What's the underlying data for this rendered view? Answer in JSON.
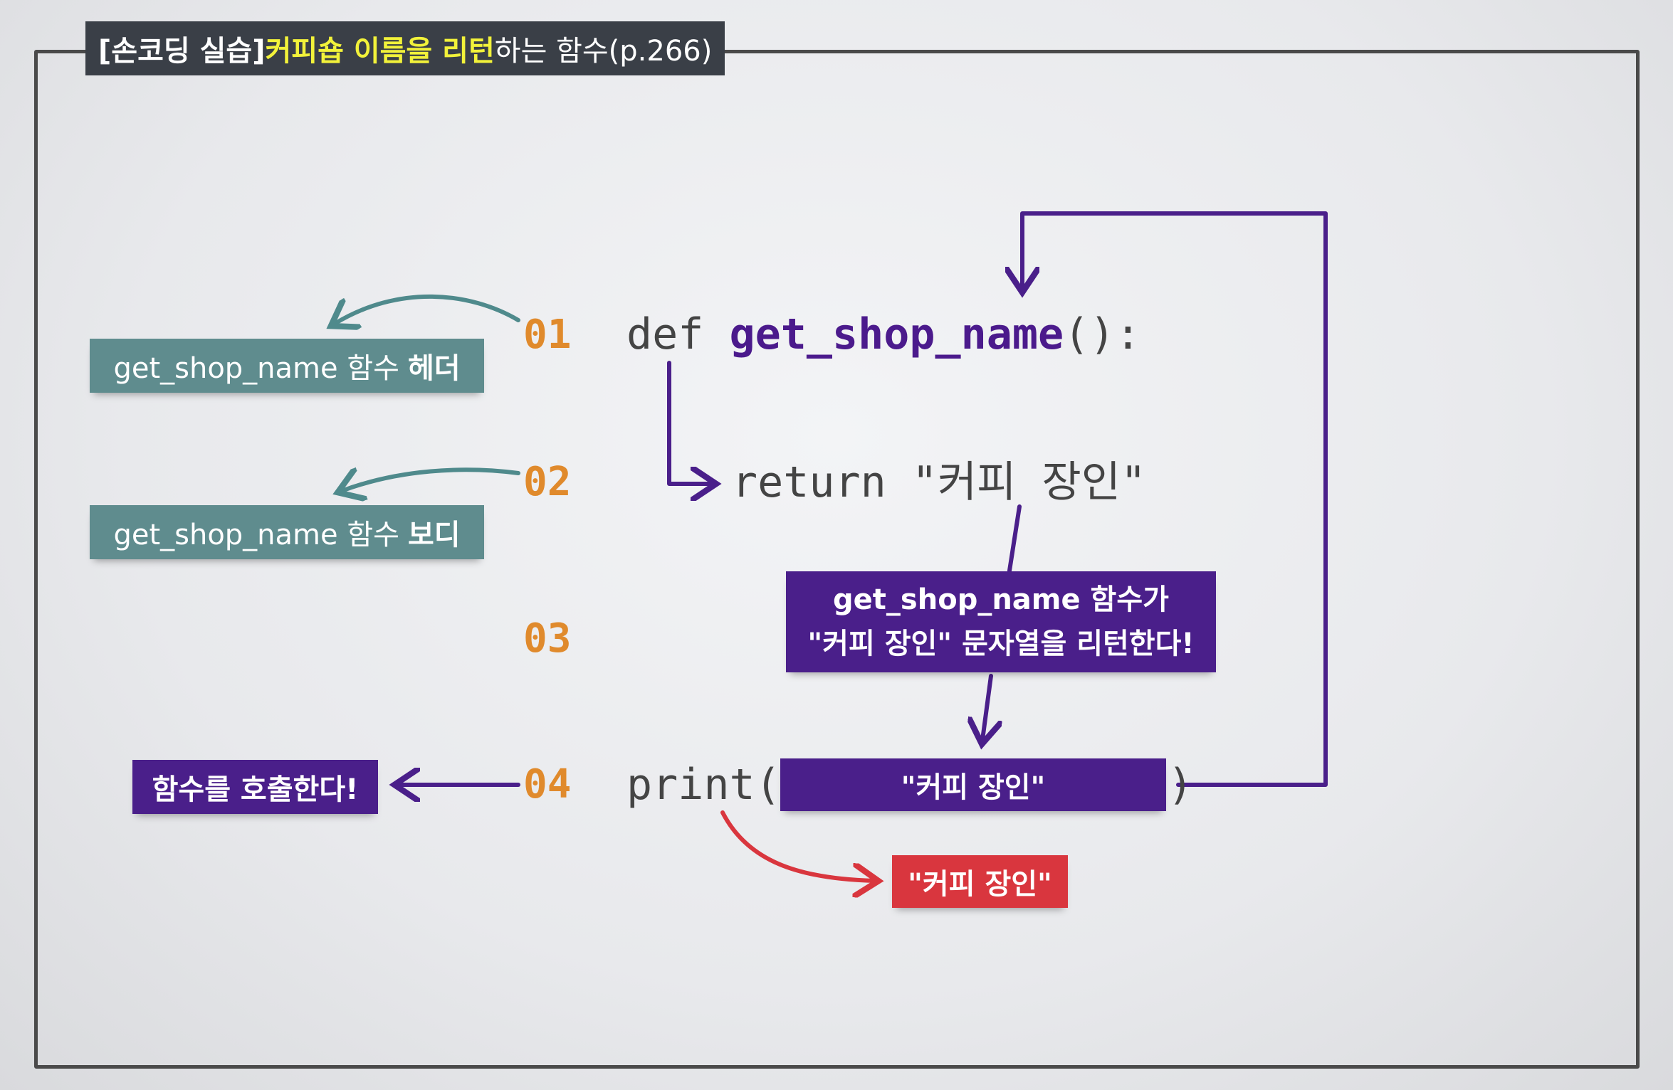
{
  "title": {
    "part1": "[손코딩 실습] ",
    "part2": "커피숍 이름을 리턴",
    "part3": "하는 함수(p.266)"
  },
  "lines": [
    {
      "no": "01"
    },
    {
      "no": "02"
    },
    {
      "no": "03"
    },
    {
      "no": "04"
    }
  ],
  "code": {
    "line1_kw": "def ",
    "line1_fn": "get_shop_name",
    "line1_rest": "():",
    "line2": "return \"커피 장인\"",
    "line4_open": "print(",
    "line4_close": ")"
  },
  "labels": {
    "header_prefix": "get_shop_name 함수",
    "header_suffix": "헤더",
    "body_prefix": "get_shop_name 함수",
    "body_suffix": "보디",
    "call": "함수를 호출한다!",
    "return_line1": "get_shop_name 함수가",
    "return_line2": "\"커피 장인\" 문자열을 리턴한다!",
    "print_arg": "\"커피 장인\"",
    "output": "\"커피 장인\""
  },
  "colors": {
    "teal": "#5f8c8e",
    "purple": "#4a1f8a",
    "red": "#d9363e",
    "line_number": "#e08a2c",
    "arrow_teal": "#4f8a8c",
    "arrow_purple": "#4a1f8a",
    "arrow_red": "#d9363e"
  }
}
